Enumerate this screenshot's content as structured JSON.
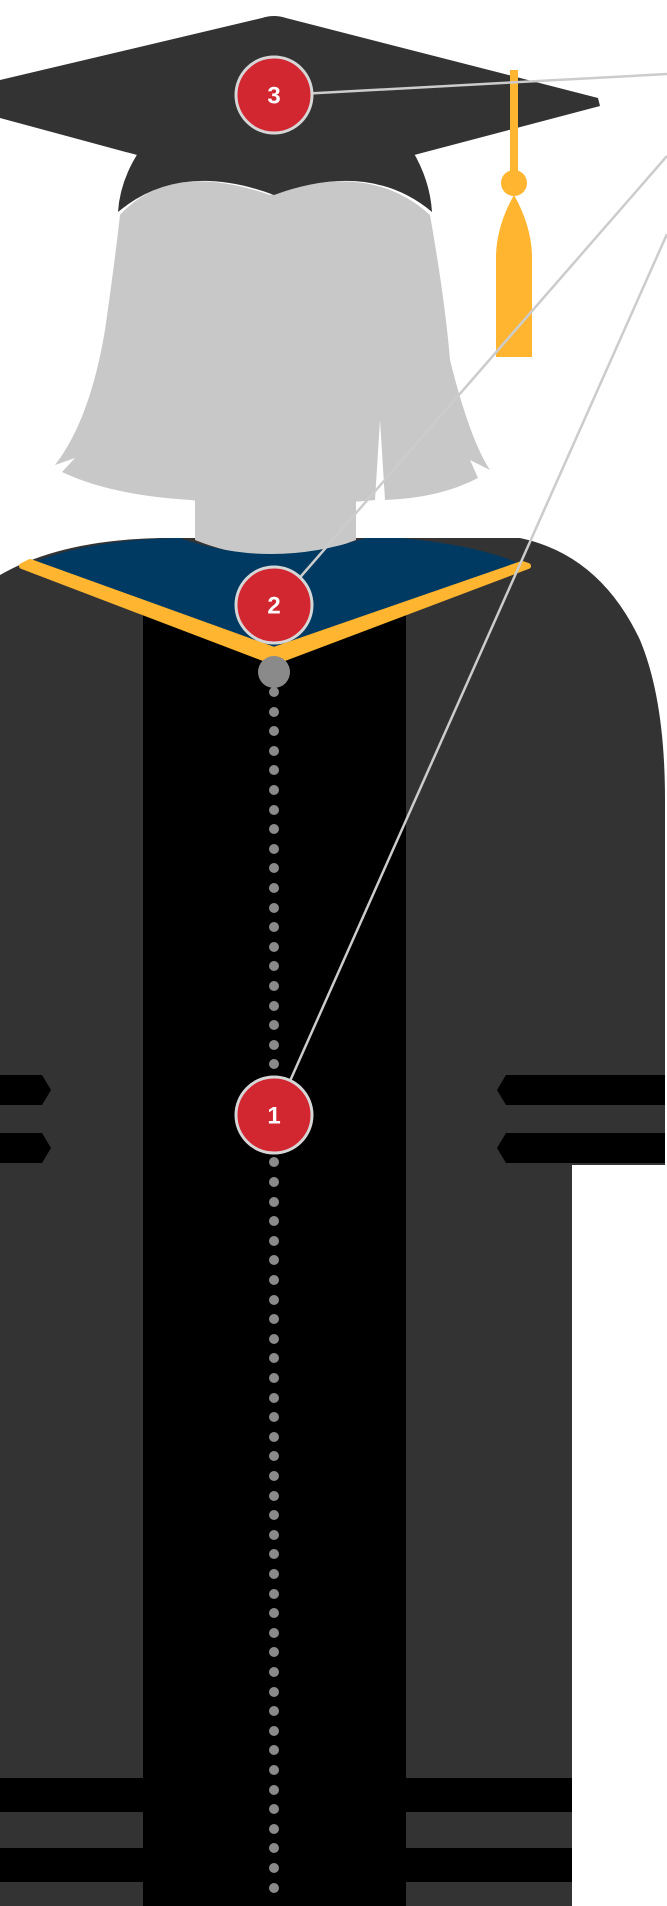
{
  "markers": {
    "one": "1",
    "two": "2",
    "three": "3"
  },
  "colors": {
    "gown": "#333333",
    "front_panel": "#000000",
    "hair": "#c8c8c8",
    "hood": "#003a63",
    "trim_gold": "#ffb530",
    "tassel": "#ffb530",
    "cap": "#333333",
    "marker_fill": "#d22630",
    "marker_stroke": "#d6d6d6",
    "leader_line": "#cccccc",
    "buttons": "#8a8a8a"
  },
  "icons": {
    "cap": "mortarboard-icon",
    "tassel": "tassel-icon",
    "figure": "graduate-figure-icon"
  }
}
